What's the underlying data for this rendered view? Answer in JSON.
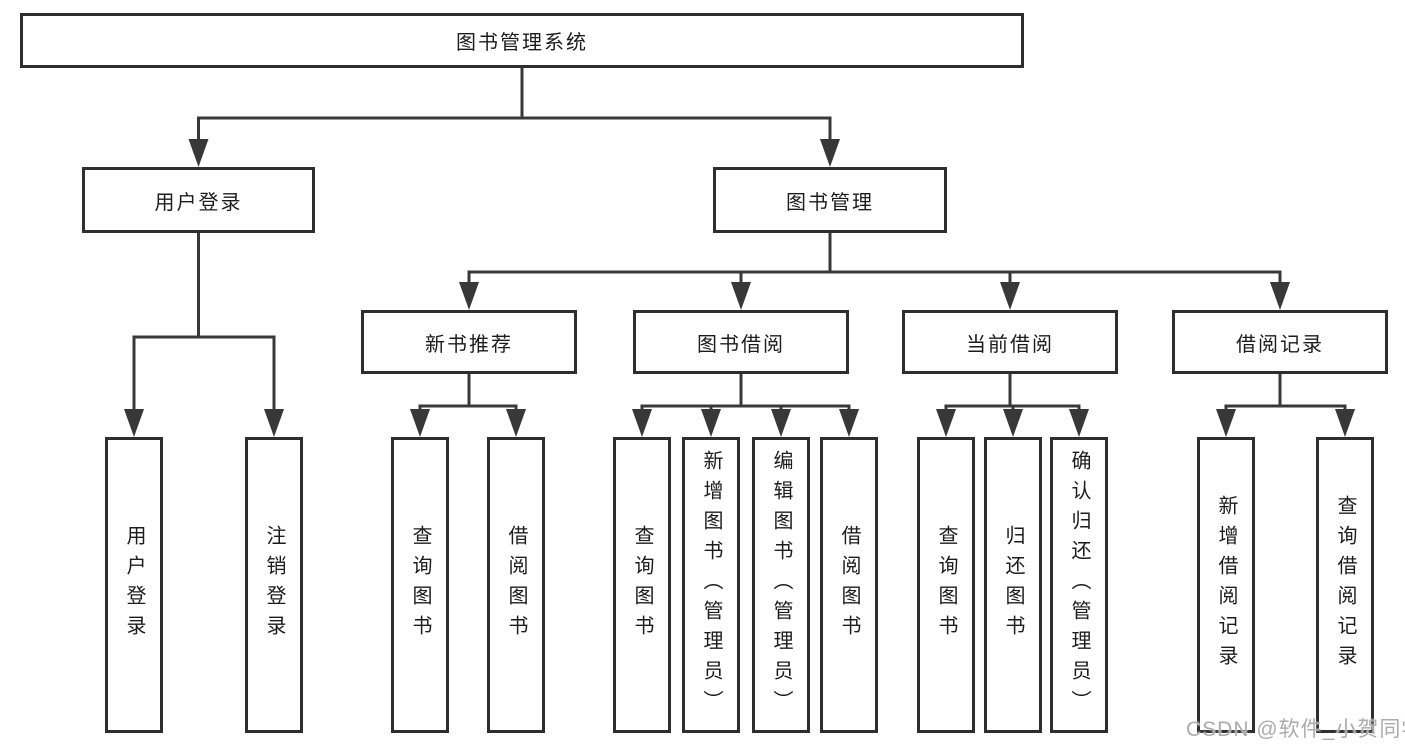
{
  "diagram": {
    "colors": {
      "line": "#383838",
      "border": "#2e2e2e",
      "text": "#1c1c1c",
      "watermark": "#acacac"
    },
    "watermark": "CSDN @软件_小贺同学",
    "tree": {
      "id": "root",
      "label": "图书管理系统",
      "children": [
        {
          "id": "user-login",
          "label": "用户登录",
          "children": [
            {
              "id": "leaf-user-login",
              "label": "用户登录"
            },
            {
              "id": "leaf-logout",
              "label": "注销登录"
            }
          ]
        },
        {
          "id": "book-mgmt",
          "label": "图书管理",
          "children": [
            {
              "id": "new-book-rec",
              "label": "新书推荐",
              "children": [
                {
                  "id": "leaf-query-book-1",
                  "label": "查询图书"
                },
                {
                  "id": "leaf-borrow-book-1",
                  "label": "借阅图书"
                }
              ]
            },
            {
              "id": "book-borrow",
              "label": "图书借阅",
              "children": [
                {
                  "id": "leaf-query-book-2",
                  "label": "查询图书"
                },
                {
                  "id": "leaf-add-book",
                  "label": "新增图书（管理员）"
                },
                {
                  "id": "leaf-edit-book",
                  "label": "编辑图书（管理员）"
                },
                {
                  "id": "leaf-borrow-book-2",
                  "label": "借阅图书"
                }
              ]
            },
            {
              "id": "current-borrow",
              "label": "当前借阅",
              "children": [
                {
                  "id": "leaf-query-book-3",
                  "label": "查询图书"
                },
                {
                  "id": "leaf-return-book",
                  "label": "归还图书"
                },
                {
                  "id": "leaf-confirm-return",
                  "label": "确认归还（管理员）"
                }
              ]
            },
            {
              "id": "borrow-records",
              "label": "借阅记录",
              "children": [
                {
                  "id": "leaf-add-record",
                  "label": "新增借阅记录"
                },
                {
                  "id": "leaf-query-record",
                  "label": "查询借阅记录"
                }
              ]
            }
          ]
        }
      ]
    }
  }
}
